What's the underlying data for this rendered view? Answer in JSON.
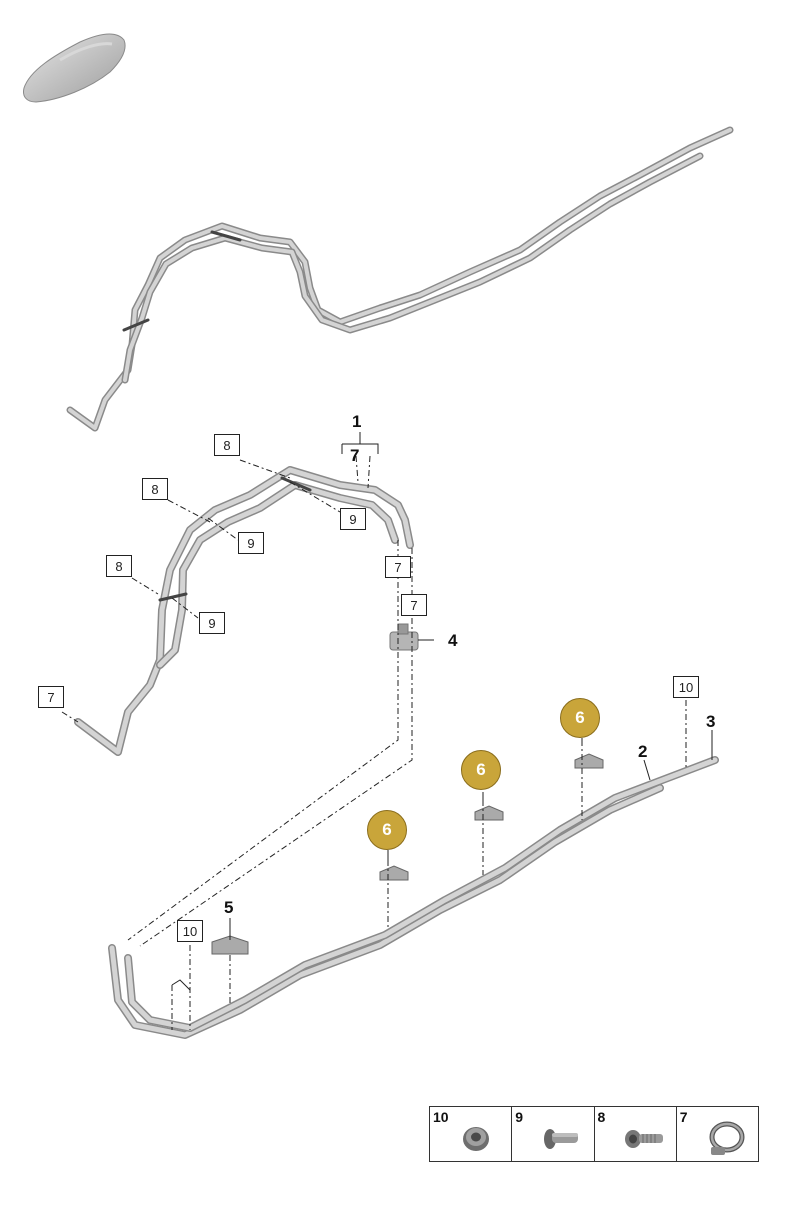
{
  "diagram": {
    "callouts": {
      "c1": "1",
      "c7_group": "7",
      "c8_a": "8",
      "c8_b": "8",
      "c8_c": "8",
      "c9_a": "9",
      "c9_b": "9",
      "c9_c": "9",
      "c7_a": "7",
      "c7_b": "7",
      "c7_c": "7",
      "c4": "4",
      "c10_a": "10",
      "c10_b": "10",
      "c3": "3",
      "c2": "2",
      "c5": "5",
      "c6_a": "6",
      "c6_b": "6",
      "c6_c": "6"
    },
    "legend": {
      "items": [
        "10",
        "9",
        "8",
        "7"
      ]
    },
    "colors": {
      "pipe": "#bdbdbd",
      "pipe_dark": "#7a7a7a",
      "highlight_circle": "#c9a53a"
    }
  }
}
